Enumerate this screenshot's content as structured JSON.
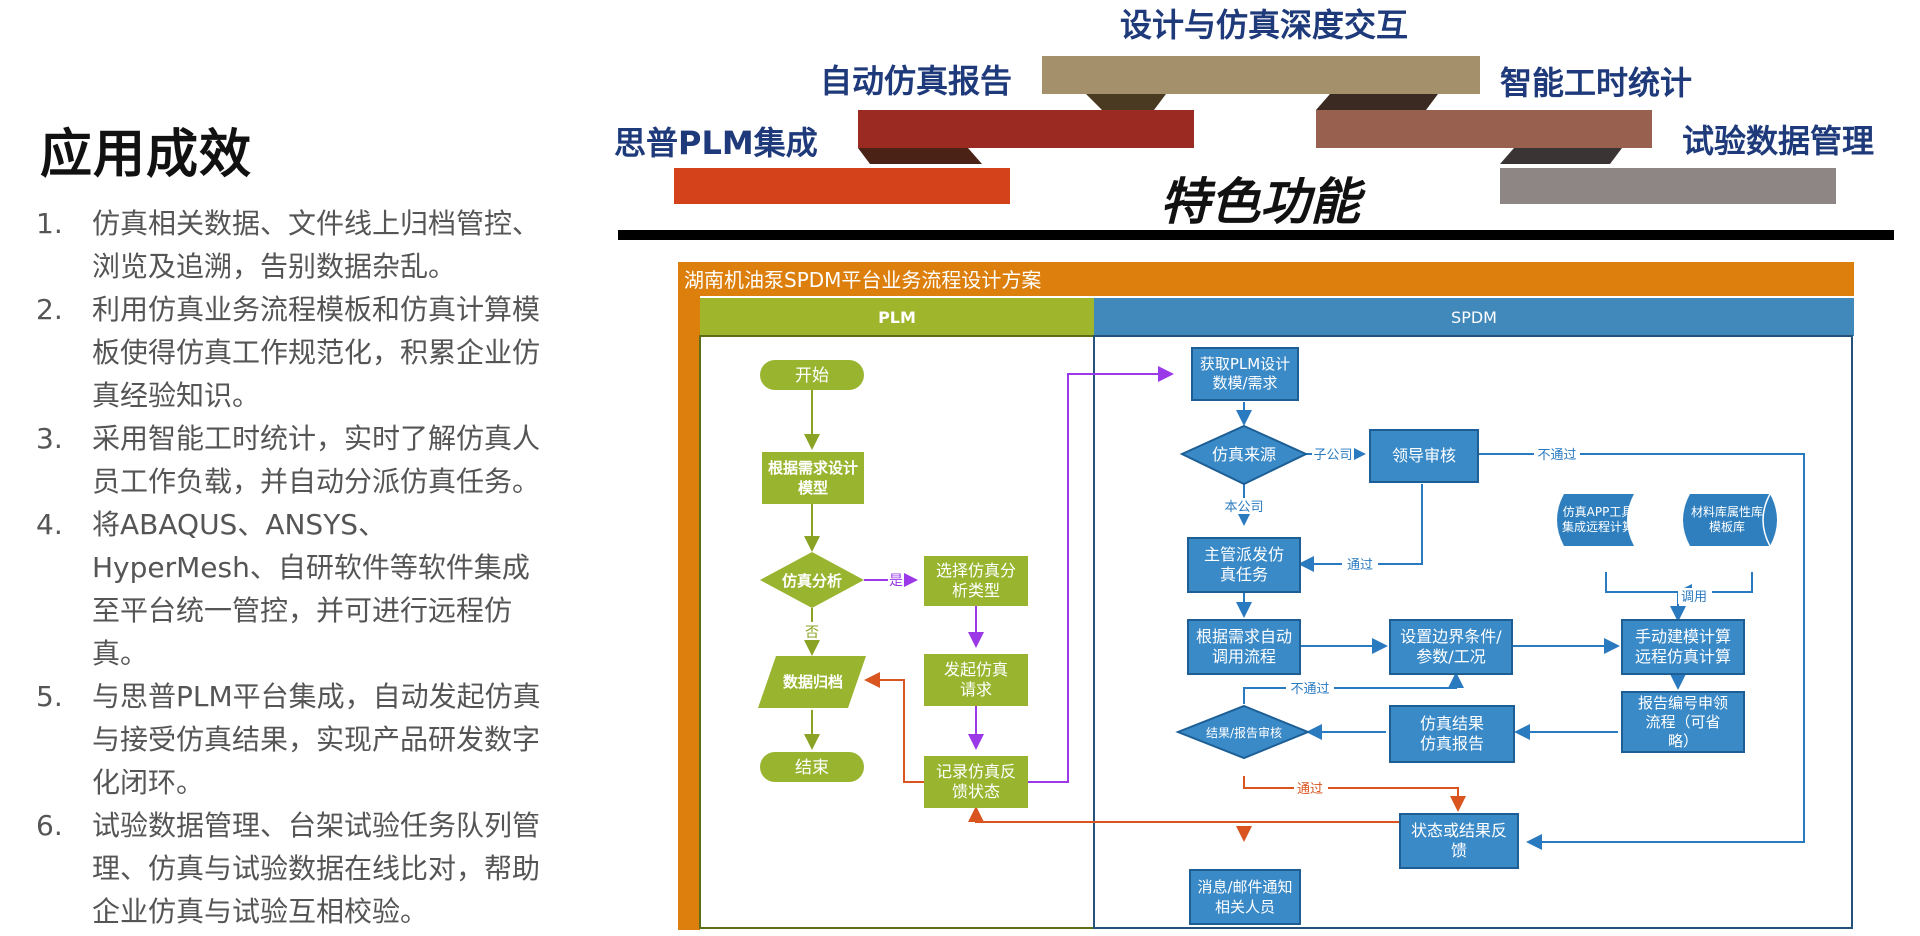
{
  "slide_title": "应用成效",
  "achievements": [
    {
      "num": "1.",
      "text": "仿真相关数据、文件线上归档管控、浏览及追溯，告别数据杂乱。"
    },
    {
      "num": "2.",
      "text": "利用仿真业务流程模板和仿真计算模板使得仿真工作规范化，积累企业仿真经验知识。"
    },
    {
      "num": "3.",
      "text": "采用智能工时统计，实时了解仿真人员工作负载，并自动分派仿真任务。"
    },
    {
      "num": "4.",
      "text": "将ABAQUS、ANSYS、HyperMesh、自研软件等软件集成至平台统一管控，并可进行远程仿真。"
    },
    {
      "num": "5.",
      "text": "与思普PLM平台集成，自动发起仿真与接受仿真结果，实现产品研发数字化闭环。"
    },
    {
      "num": "6.",
      "text": "试验数据管理、台架试验任务队列管理、仿真与试验数据在线比对，帮助企业仿真与试验互相校验。"
    }
  ],
  "features": {
    "center": "特色功能",
    "items": [
      {
        "label": "思普PLM集成",
        "color": "#d4421c"
      },
      {
        "label": "自动仿真报告",
        "color": "#9a2a22"
      },
      {
        "label": "设计与仿真深度交互",
        "color": "#a5906c"
      },
      {
        "label": "智能工时统计",
        "color": "#98614f"
      },
      {
        "label": "试验数据管理",
        "color": "#8e8585"
      }
    ]
  },
  "diagram": {
    "title": "湖南机油泵SPDM平台业务流程设计方案",
    "lanes": {
      "plm": "PLM",
      "spdm": "SPDM"
    },
    "colors": {
      "title_bar": "#dc7f0c",
      "plm": "#9fb52b",
      "spdm": "#4188bb",
      "node_blue": "#3a8ac8",
      "node_green": "#99b530",
      "arrow_purple": "#9b39e8",
      "arrow_orange": "#d9541e"
    },
    "plm_nodes": {
      "start": "开始",
      "model": "根据需求设计模型",
      "decision": "仿真分析",
      "archive": "数据归档",
      "end": "结束",
      "choose": "选择仿真分析类型",
      "request": "发起仿真请求",
      "record": "记录仿真反馈状态"
    },
    "plm_labels": {
      "yes": "是",
      "no": "否"
    },
    "spdm_nodes": {
      "fetch": "获取PLM设计数模/需求",
      "source": "仿真来源",
      "leader": "领导审核",
      "dispatch": "主管派发仿真任务",
      "auto": "根据需求自动调用流程",
      "boundary": "设置边界条件/参数/工况",
      "manual": "手动建模计算远程仿真计算",
      "report_review": "结果/报告审核",
      "result_report": "仿真结果仿真报告",
      "report_flow": "报告编号申领流程（可省略）",
      "status": "状态或结果反馈",
      "notify": "消息/邮件通知相关人员",
      "app": "仿真APP工具集成远程计算",
      "library": "材料库属性库模板库"
    },
    "spdm_labels": {
      "subsidiary": "子公司",
      "this_company": "本公司",
      "reject1": "不通过",
      "pass1": "通过",
      "reject2": "不通过",
      "pass2": "通过",
      "invoke": "调用"
    }
  }
}
